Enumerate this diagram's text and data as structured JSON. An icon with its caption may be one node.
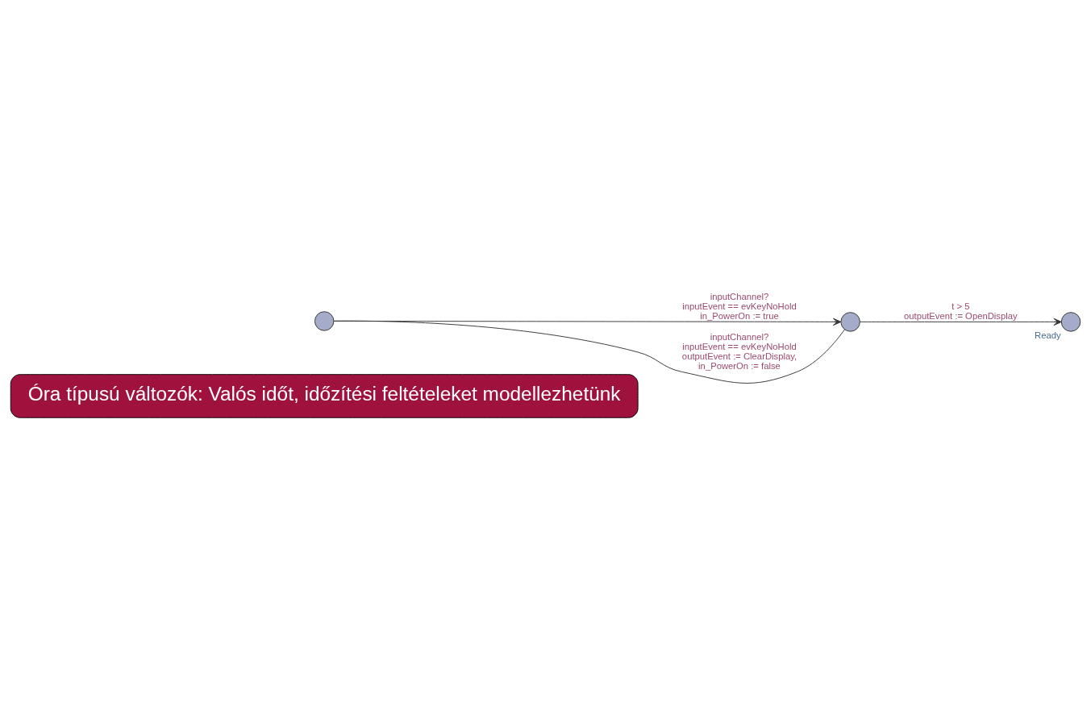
{
  "diagram": {
    "nodes": [
      {
        "text": [
          "Óra típusú változók: Valós időt, időzítési feltételeket modellezhetünk"
        ]
      },
      {
        "text": [],
        "shape": "circle"
      },
      {
        "text": [],
        "shape": "circle"
      },
      {
        "text": [],
        "shape": "circle",
        "beside": [
          "Ready"
        ]
      }
    ],
    "edges": [
      {
        "from": 1,
        "to": 2,
        "arrow": "to",
        "label": [
          "inputChannel?",
          "inputEvent == evKeyNoHold",
          "in_PowerOn := true"
        ]
      },
      {
        "from": 2,
        "to": 1,
        "arrow": "none",
        "label": [
          "inputChannel?",
          "inputEvent == evKeyNoHold",
          "outputEvent := ClearDisplay,",
          "in_PowerOn := false"
        ]
      },
      {
        "from": 2,
        "to": 3,
        "arrow": "to",
        "label": [
          "t > 5",
          "outputEvent := OpenDisplay"
        ]
      }
    ]
  }
}
